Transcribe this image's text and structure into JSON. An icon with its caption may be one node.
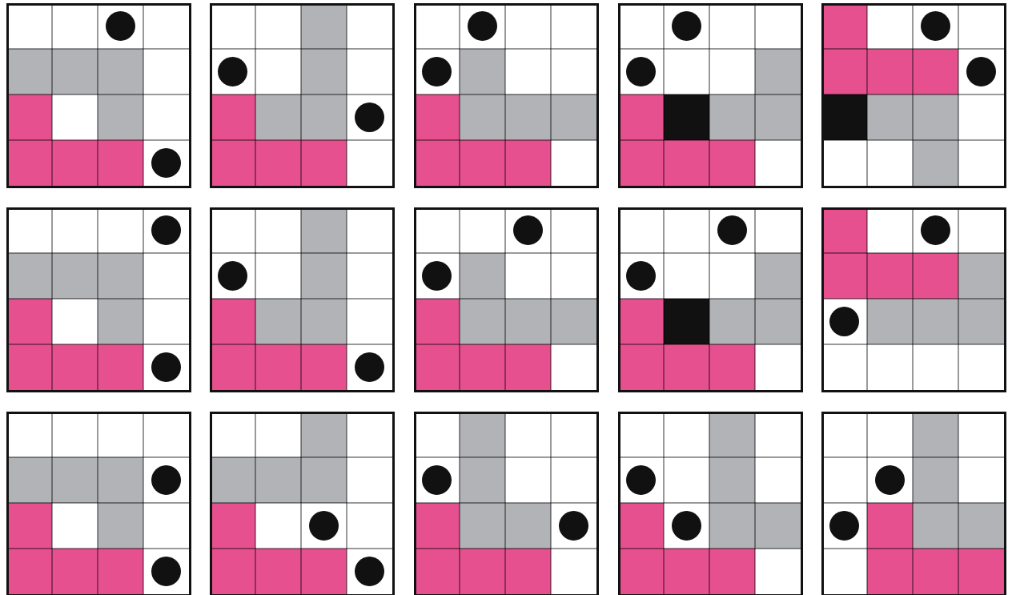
{
  "diagram": {
    "nodes": [
      {
        "text": [],
        "shape": "box"
      },
      {
        "text": [],
        "shape": "box"
      },
      {
        "text": [],
        "shape": "box"
      },
      {
        "text": [],
        "shape": "box"
      },
      {
        "text": [],
        "shape": "box"
      },
      {
        "text": [],
        "shape": "box"
      },
      {
        "text": [],
        "shape": "box"
      },
      {
        "text": [],
        "shape": "box"
      },
      {
        "text": [],
        "shape": "box"
      },
      {
        "text": [],
        "shape": "box"
      },
      {
        "text": [],
        "shape": "box"
      },
      {
        "text": [],
        "shape": "box"
      },
      {
        "text": [],
        "shape": "box"
      },
      {
        "text": [],
        "shape": "box"
      },
      {
        "text": [],
        "shape": "box"
      }
    ]
  }
}
